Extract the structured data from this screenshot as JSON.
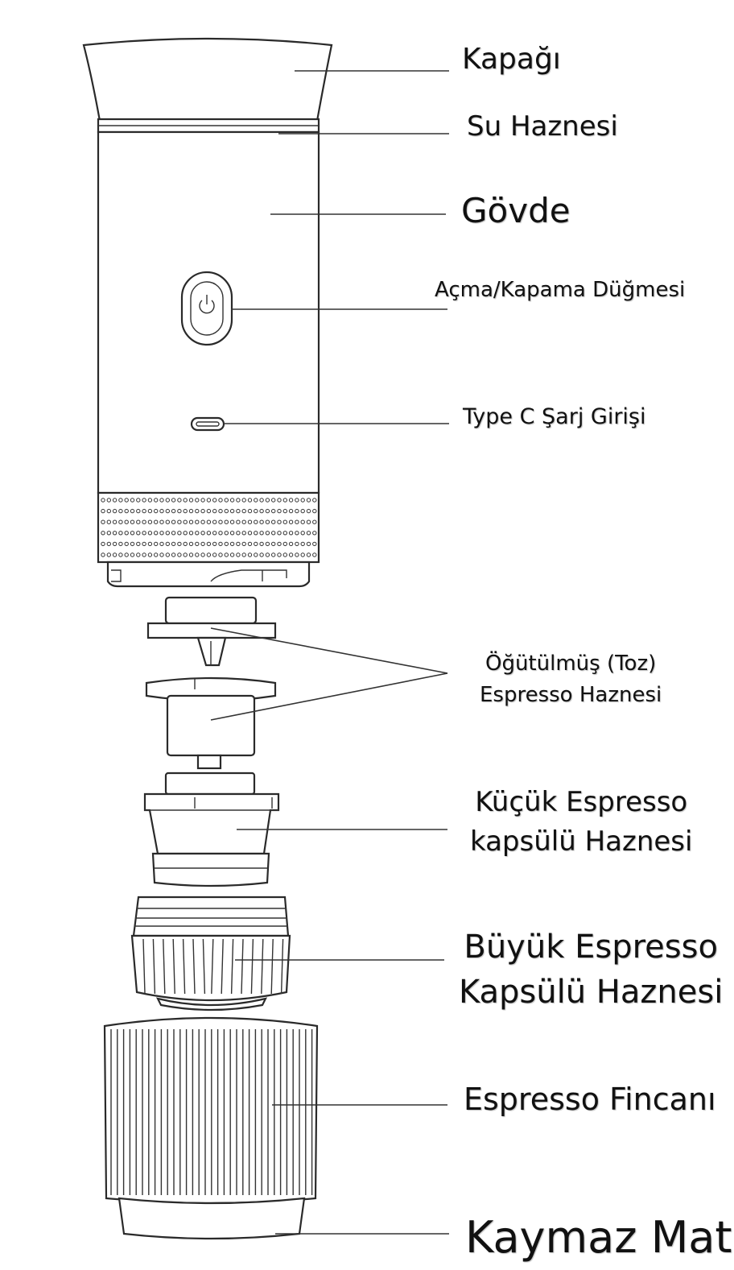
{
  "labels": {
    "kapagi": "Kapağı",
    "su_haznesi": "Su Haznesi",
    "govde": "Gövde",
    "acma_kapama": "Açma/Kapama Düğmesi",
    "type_c": "Type C Şarj Girişi",
    "ogutulmus_line1": "Öğütülmüş (Toz)",
    "ogutulmus_line2": "Espresso Haznesi",
    "kucuk_line1": "Küçük Espresso",
    "kucuk_line2": "kapsülü Haznesi",
    "buyuk_line1": "Büyük Espresso",
    "buyuk_line2": "Kapsülü Haznesi",
    "fincan": "Espresso Fincanı",
    "kaymaz_mat": "Kaymaz Mat"
  },
  "icons": {
    "power": "power-icon",
    "usb_c": "usb-c-port-icon"
  },
  "colors": {
    "line": "#2a2a2a",
    "text": "#111111",
    "background": "#ffffff"
  }
}
